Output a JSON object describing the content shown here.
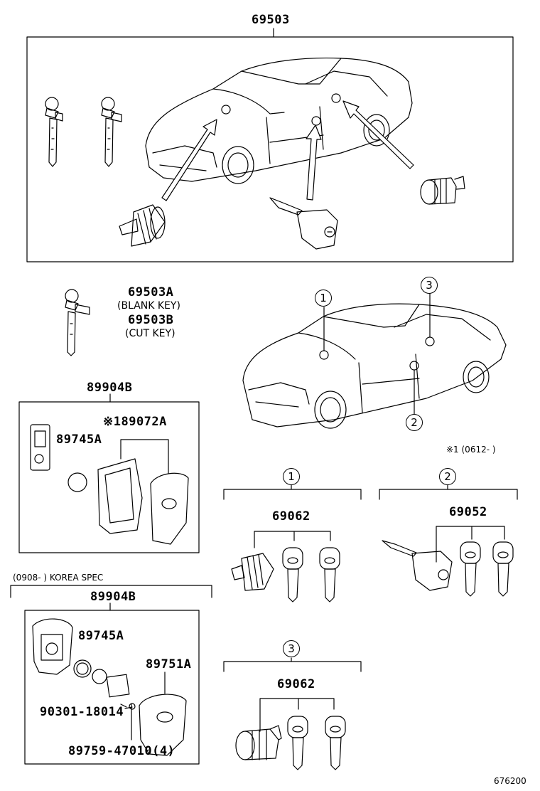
{
  "top_assembly": {
    "part_number": "69503"
  },
  "key_set": {
    "blank_number": "69503A",
    "blank_note": "(BLANK KEY)",
    "cut_number": "69503B",
    "cut_note": "(CUT KEY)"
  },
  "callouts": {
    "one": "1",
    "two": "2",
    "three": "3"
  },
  "smart_key_box": {
    "part_number": "89904B",
    "battery": "89745A",
    "case": "※189072A"
  },
  "date_note": "※1 (0612-      )",
  "group1": {
    "marker": "1",
    "part_number": "69062"
  },
  "group2": {
    "marker": "2",
    "part_number": "69052"
  },
  "group3": {
    "marker": "3",
    "part_number": "69062"
  },
  "korea_box": {
    "header": "(0908-      ) KOREA SPEC",
    "part_number": "89904B",
    "battery": "89745A",
    "cover": "89751A",
    "screw_a": "90301-18014",
    "screw_b": "89759-47010(4)"
  },
  "figure_id": "676200",
  "icons": [
    "key-icon",
    "lock-cylinder-icon",
    "smart-key-icon",
    "car-icon",
    "battery-icon"
  ]
}
